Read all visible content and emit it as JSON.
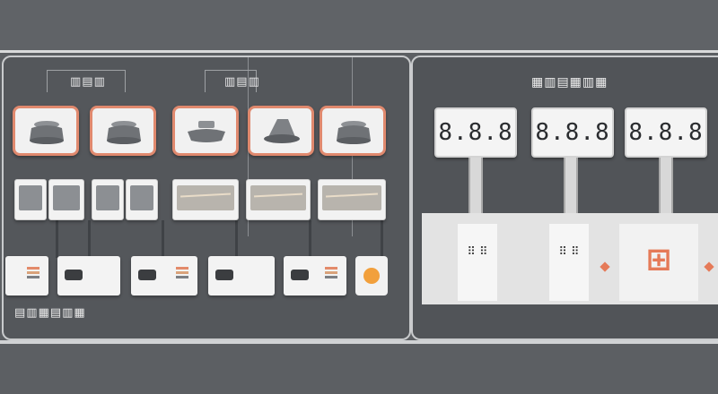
{
  "groups": [
    {
      "label": "▥▤▥"
    },
    {
      "label": "▥▤▥"
    }
  ],
  "status_title": "▦▥▤▦▥▦",
  "devices": [
    {
      "icon": "bowl-device-icon"
    },
    {
      "icon": "bowl-device-icon"
    },
    {
      "icon": "dish-device-icon"
    },
    {
      "icon": "cone-device-icon"
    },
    {
      "icon": "bowl-device-icon"
    }
  ],
  "displays": [
    {
      "value": "8.8.8"
    },
    {
      "value": "8.8.8"
    },
    {
      "value": "8.8.8"
    }
  ],
  "stations": [
    {
      "text": "⠿ ⠿"
    },
    {
      "text": "⠿ ⠿"
    },
    {
      "text": "⊞"
    }
  ],
  "footer_label": "▤▥▦▤▥▦",
  "colors": {
    "accent": "#e0896e",
    "orange_dot": "#f2a03c",
    "background": "#5c5f63"
  }
}
